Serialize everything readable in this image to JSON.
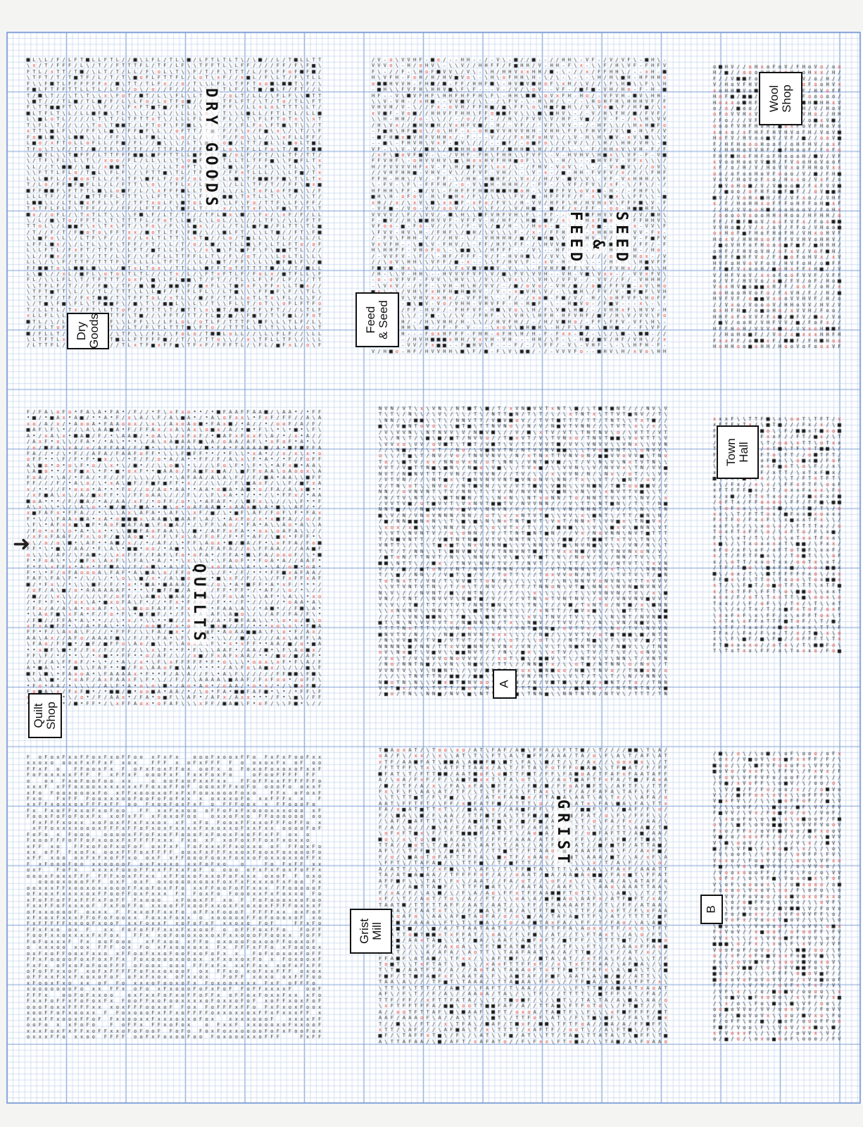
{
  "labels": {
    "dry_goods": "Dry\nGoods",
    "quilt_shop": "Quilt\nShop",
    "feed_seed": "Feed\n& Seed",
    "section_a": "A",
    "grist_mill": "Grist\nMill",
    "wool_shop": "Wool\nShop",
    "town_hall": "Town\nHall",
    "section_b": "B"
  },
  "chart_text": {
    "dry_goods": "DRY GOODS",
    "quilts": "QUILTS",
    "feed": "FEED",
    "amp": "&",
    "seed": "SEED",
    "grist": "GRIST"
  },
  "arrow_icon": "arrow-right-icon",
  "colors": {
    "grid_minor": "#b9cdea",
    "grid_major": "#7f9fd6",
    "symbol_black": "#1a1a1a",
    "symbol_red": "#d8301e",
    "paper": "#ffffff"
  }
}
